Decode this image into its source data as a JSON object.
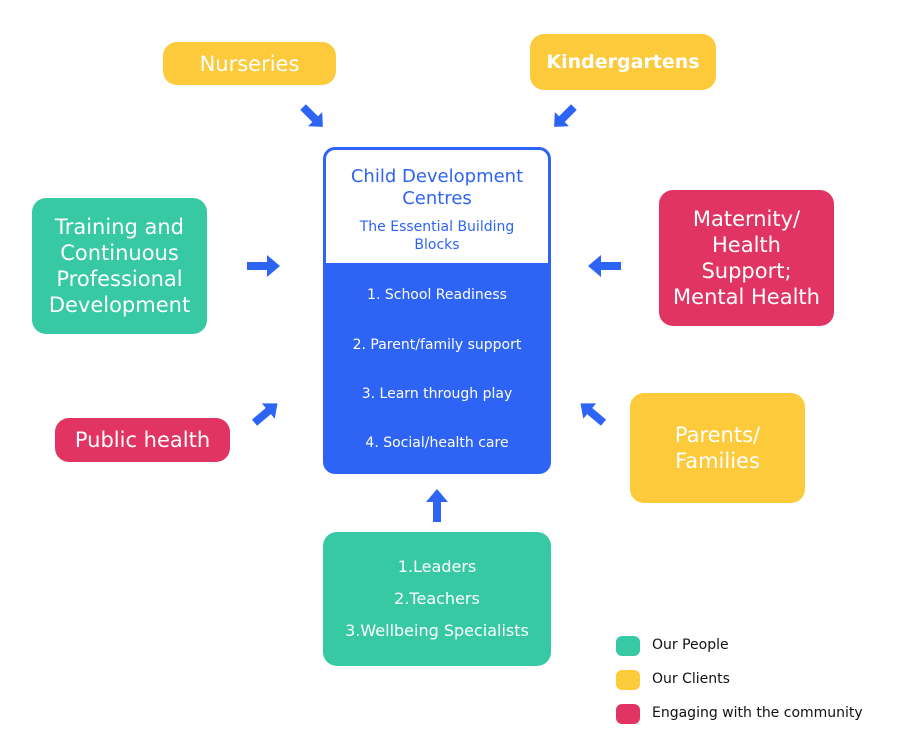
{
  "colors": {
    "our_people": "#36c9a4",
    "our_clients": "#fcca3a",
    "community": "#e23462",
    "centre": "#2e64f6",
    "arrow": "#2e64f6"
  },
  "nodes": {
    "nurseries": "Nurseries",
    "kindergartens": "Kindergartens",
    "training": "Training and Continuous Professional Development",
    "maternity": "Maternity/ Health Support; Mental Health",
    "public_health": "Public health",
    "parents": "Parents/ Families"
  },
  "centre": {
    "title": "Child Development Centres",
    "subtitle": "The Essential Building Blocks",
    "items": [
      "1. School Readiness",
      "2. Parent/family support",
      "3. Learn through play",
      "4. Social/health care"
    ]
  },
  "people": {
    "items": [
      "1.Leaders",
      "2.Teachers",
      "3.Wellbeing Specialists"
    ]
  },
  "legend": [
    {
      "label": "Our People",
      "color": "#36c9a4"
    },
    {
      "label": "Our Clients",
      "color": "#fcca3a"
    },
    {
      "label": "Engaging with the community",
      "color": "#e23462"
    }
  ]
}
